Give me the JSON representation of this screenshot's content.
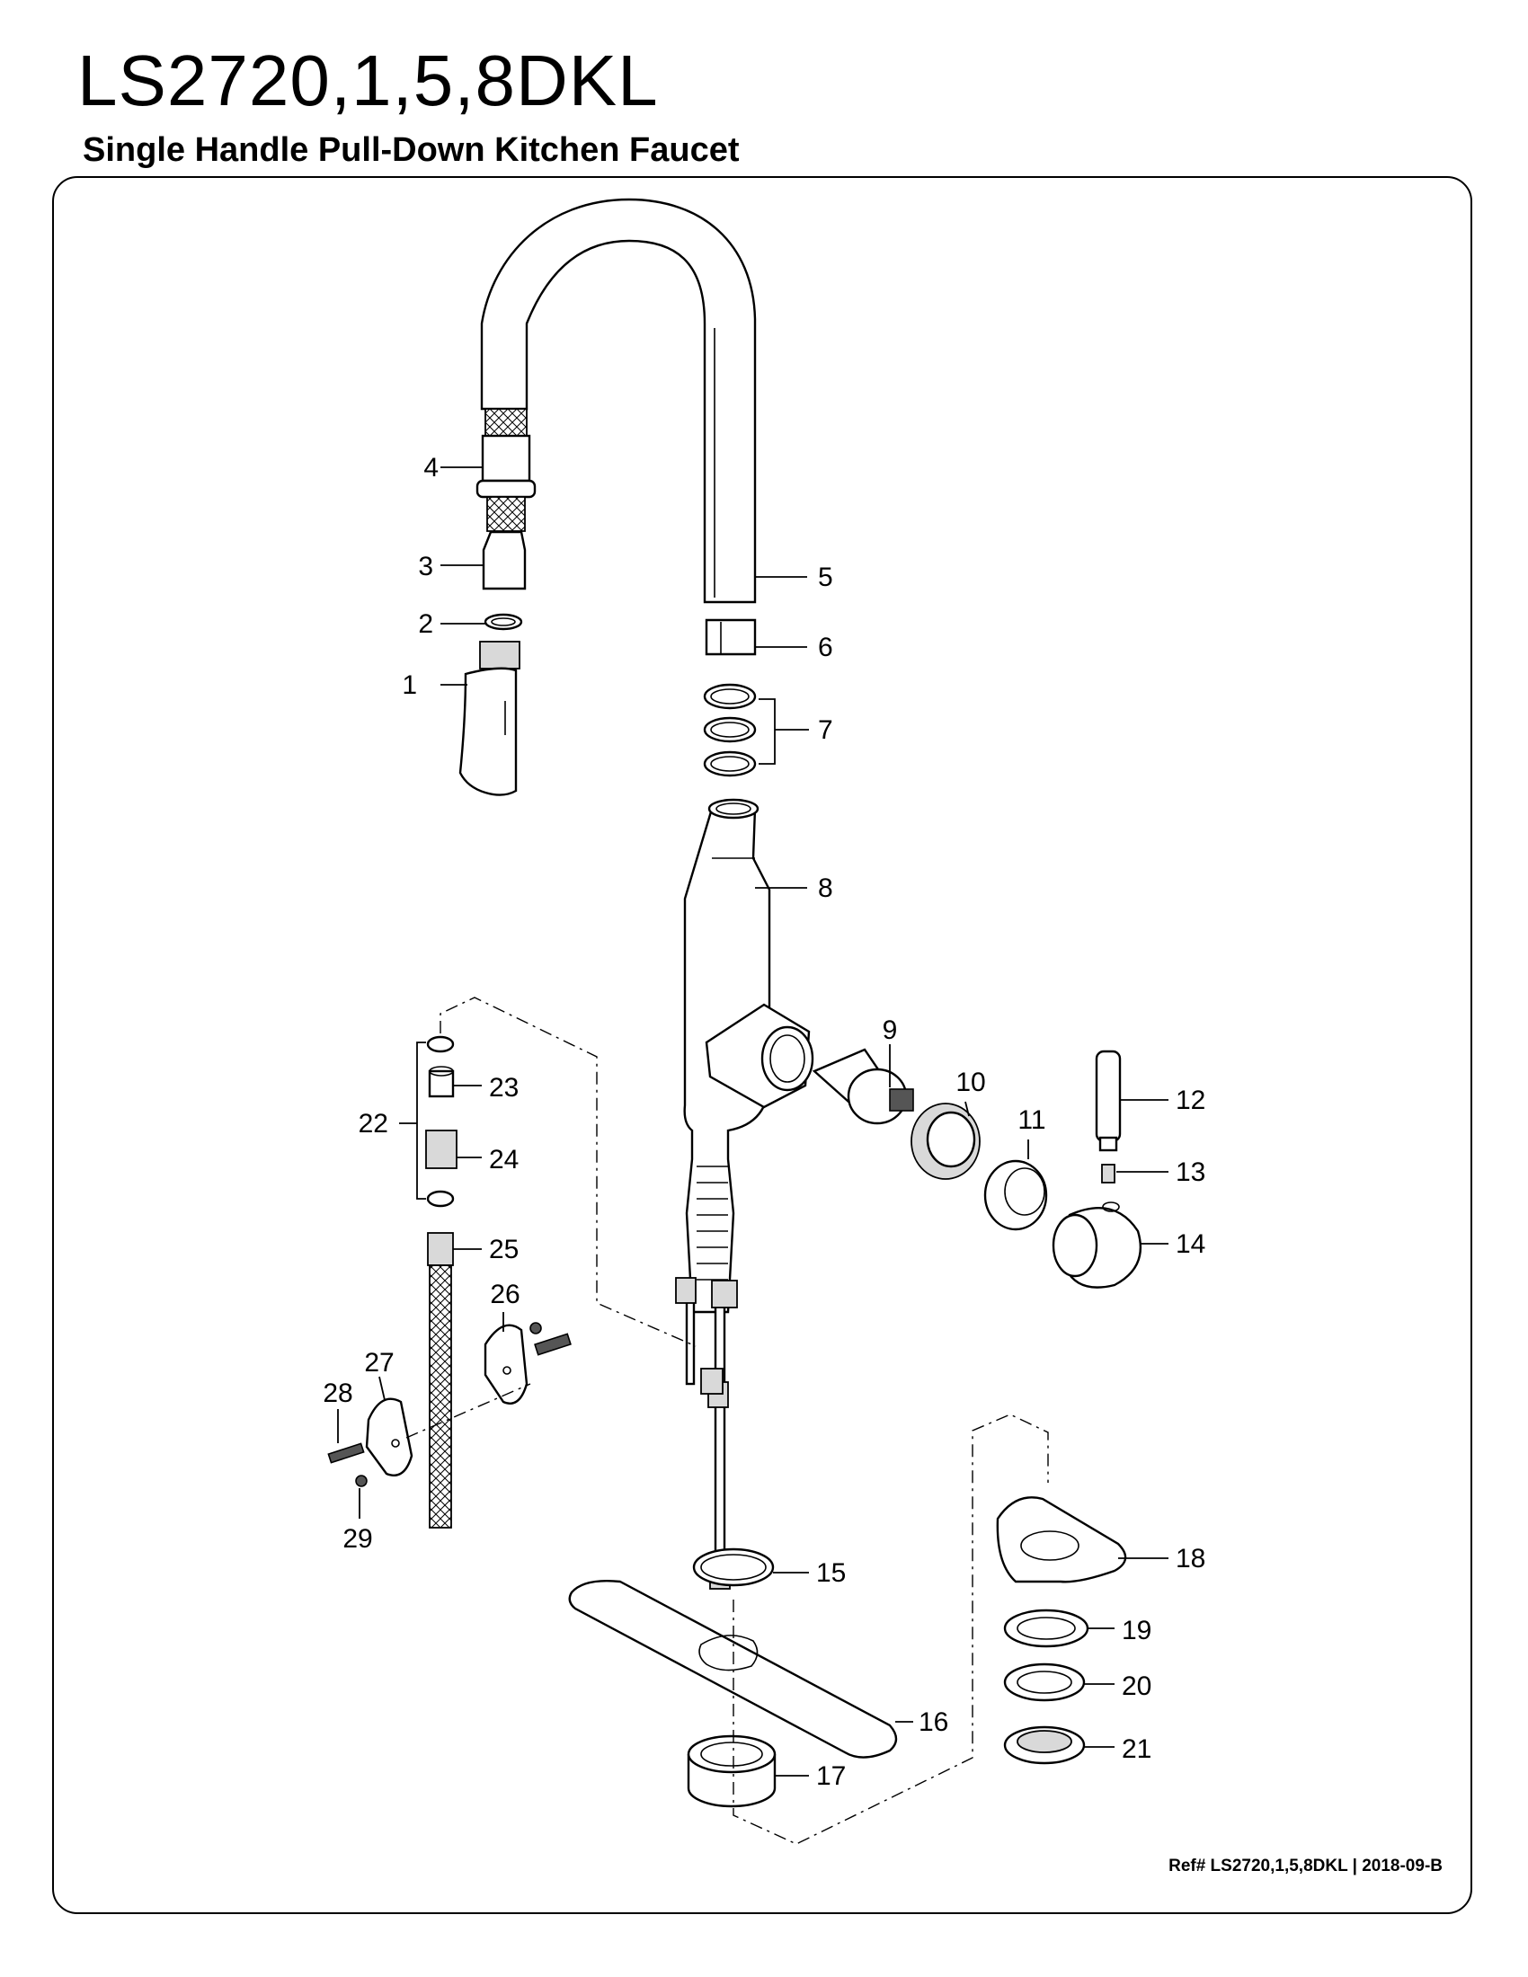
{
  "header": {
    "model": "LS2720,1,5,8DKL",
    "description": "Single Handle Pull-Down Kitchen Faucet"
  },
  "callouts": [
    "1",
    "2",
    "3",
    "4",
    "5",
    "6",
    "7",
    "8",
    "9",
    "10",
    "11",
    "12",
    "13",
    "14",
    "15",
    "16",
    "17",
    "18",
    "19",
    "20",
    "21",
    "22",
    "23",
    "24",
    "25",
    "26",
    "27",
    "28",
    "29"
  ],
  "footer": {
    "reference": "Ref# LS2720,1,5,8DKL | 2018-09-B"
  }
}
